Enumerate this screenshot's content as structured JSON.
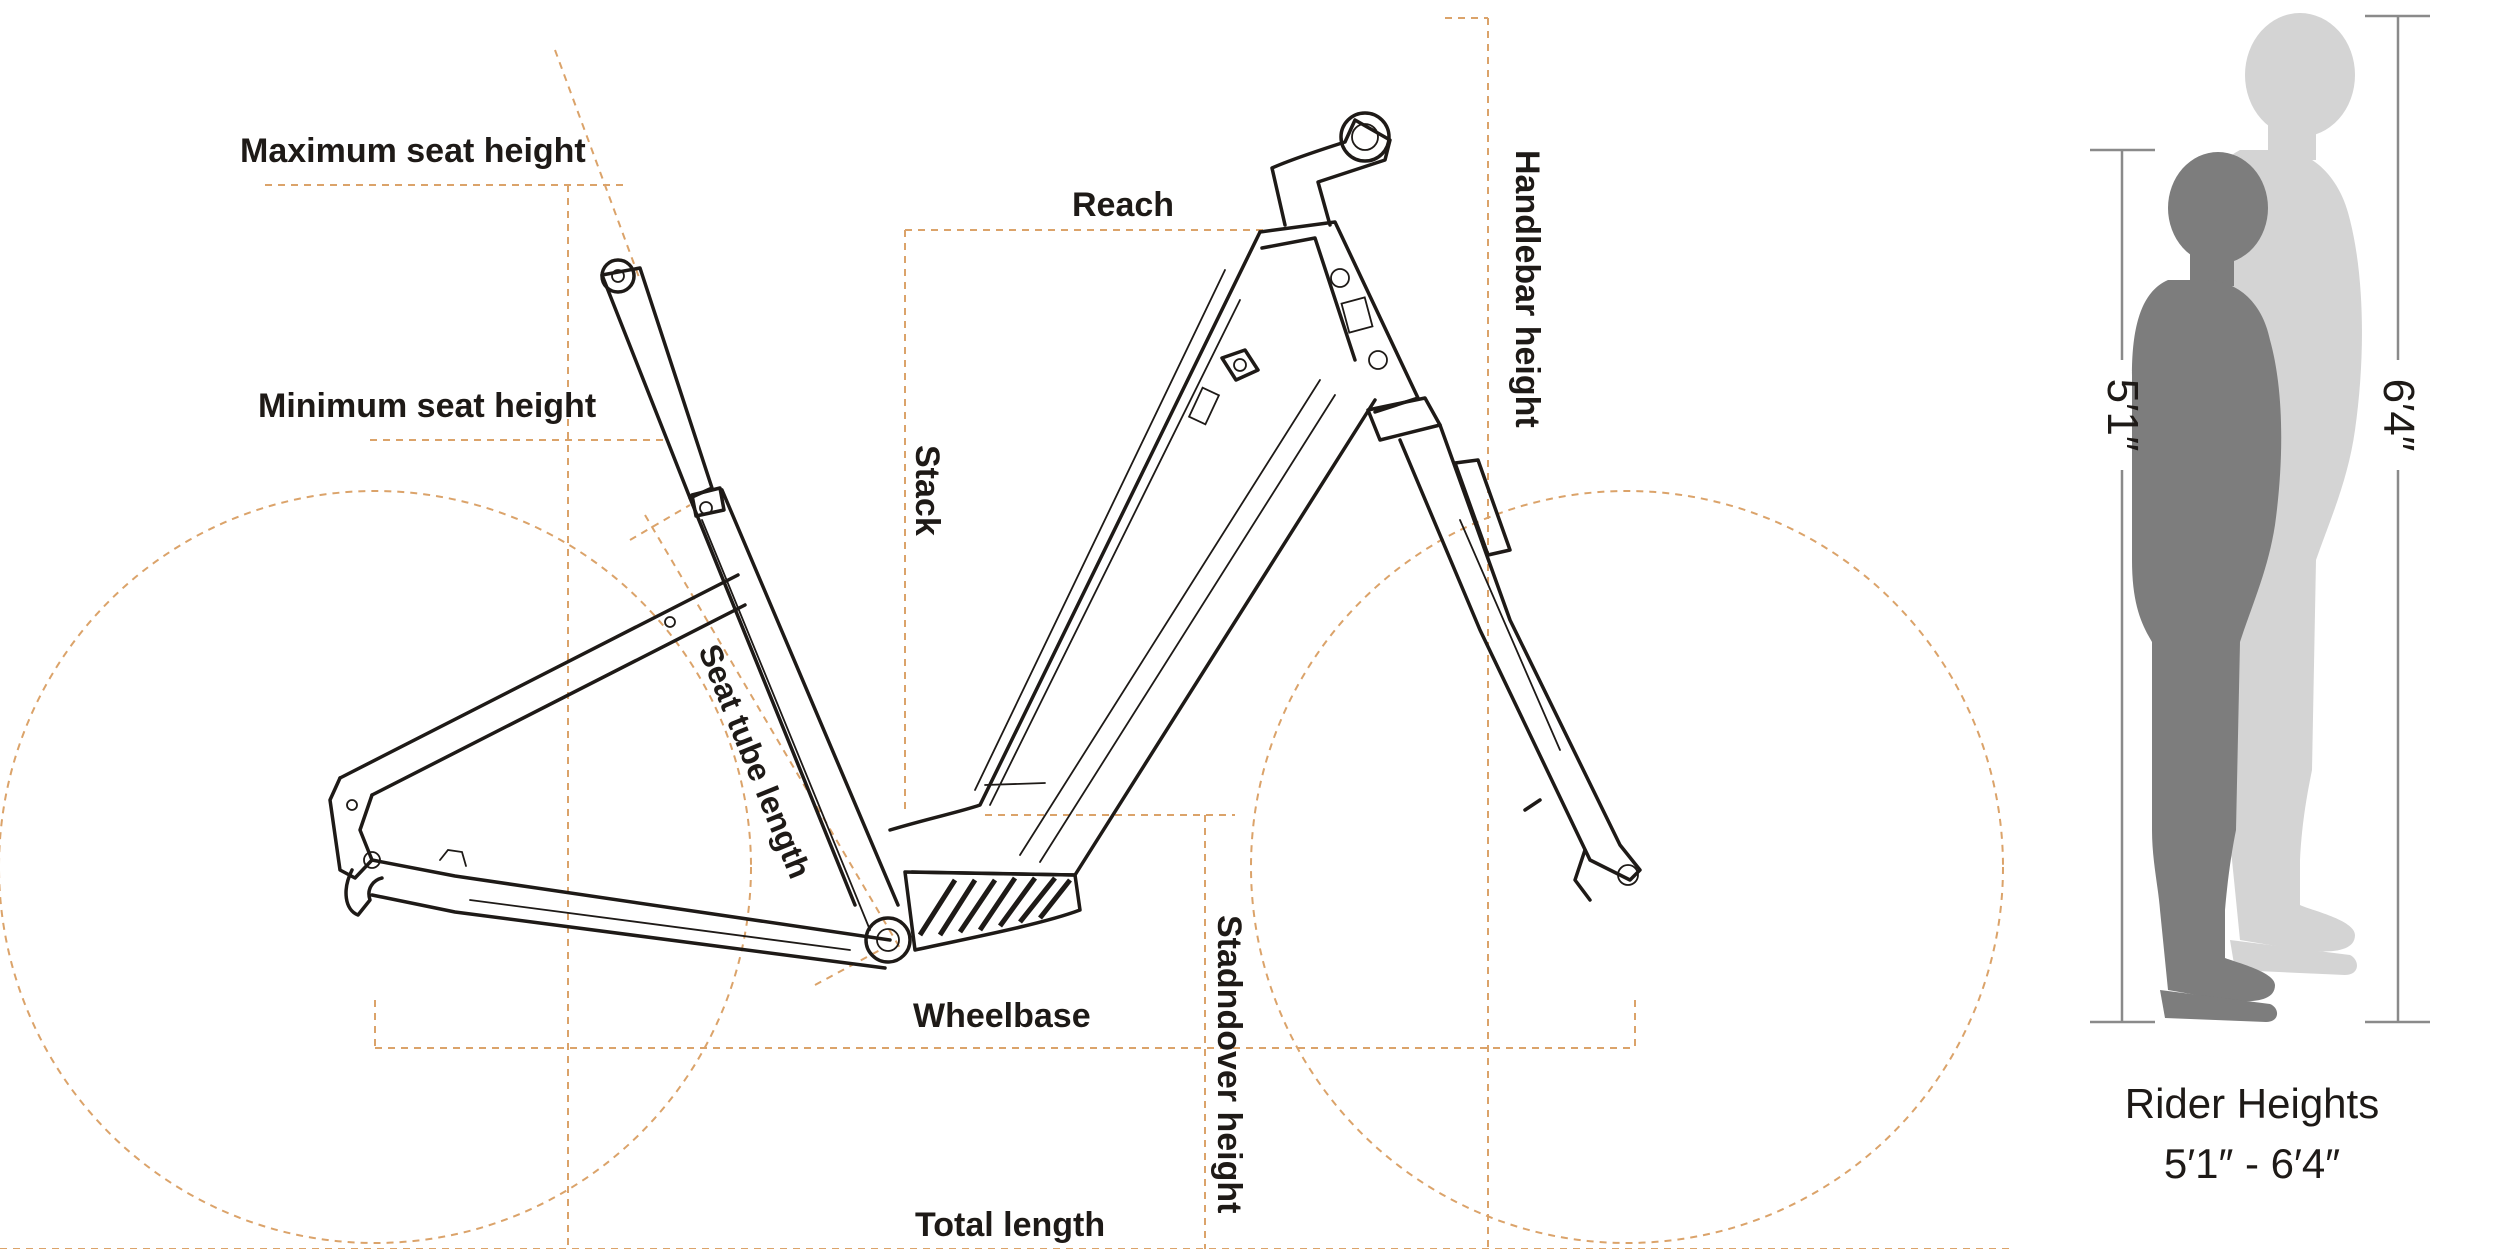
{
  "labels": {
    "max_seat_height": "Maximum seat height",
    "min_seat_height": "Minimum seat height",
    "reach": "Reach",
    "stack": "Stack",
    "seat_tube_length": "Seat tube length",
    "handlebar_height": "Handlebar height",
    "wheelbase": "Wheelbase",
    "standover_height": "Stadndover height",
    "total_length": "Total length"
  },
  "riders": {
    "short_height": "5′1″",
    "tall_height": "6′4″",
    "caption_title": "Rider Heights",
    "caption_range": "5′1″ - 6′4″"
  },
  "colors": {
    "dimension_line": "#dba36a",
    "frame_line": "#1e1a17",
    "rider_short": "#7d7d7d",
    "rider_tall": "#d4d4d4"
  }
}
